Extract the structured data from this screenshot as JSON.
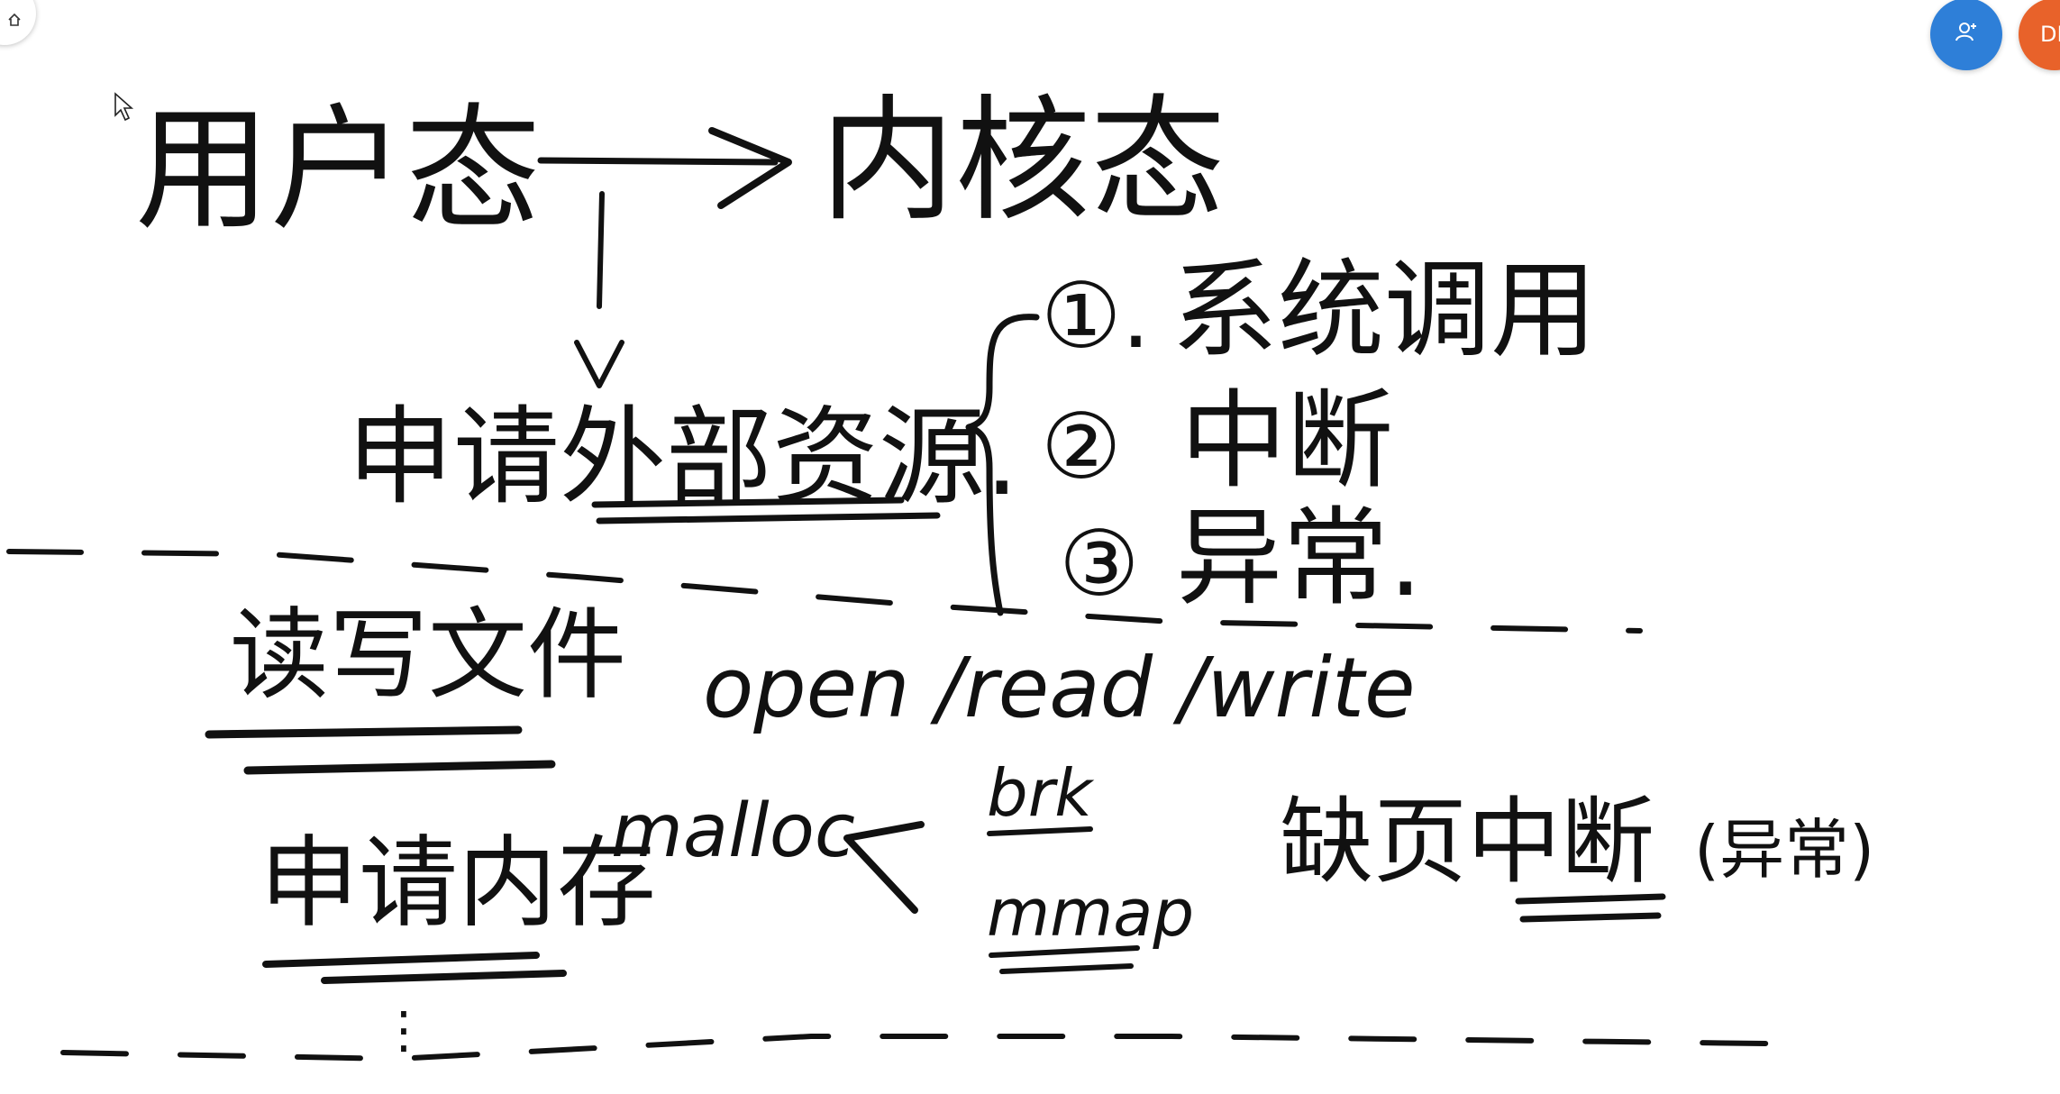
{
  "toolbar": {
    "home_icon": "home-icon",
    "add_user_icon": "add-user-icon",
    "user_initials": "DL",
    "add_user_color": "#2e7fd8",
    "user_color": "#e8622a"
  },
  "board": {
    "title_left": "用户态",
    "title_right": "内核态",
    "request_label": "申请外部资源.",
    "ways": [
      {
        "marker": "①.",
        "label": "系统调用"
      },
      {
        "marker": "②",
        "label": "中断"
      },
      {
        "marker": "③",
        "label": "异常."
      }
    ],
    "rows": [
      {
        "label": "读写文件",
        "detail": "open /read /write"
      },
      {
        "label": "申请内存",
        "detail": "malloc"
      }
    ],
    "malloc_branches": [
      "brk",
      "mmap"
    ],
    "page_fault_label": "缺页中断",
    "page_fault_note": "(异常)",
    "ellipsis": "⋮"
  }
}
